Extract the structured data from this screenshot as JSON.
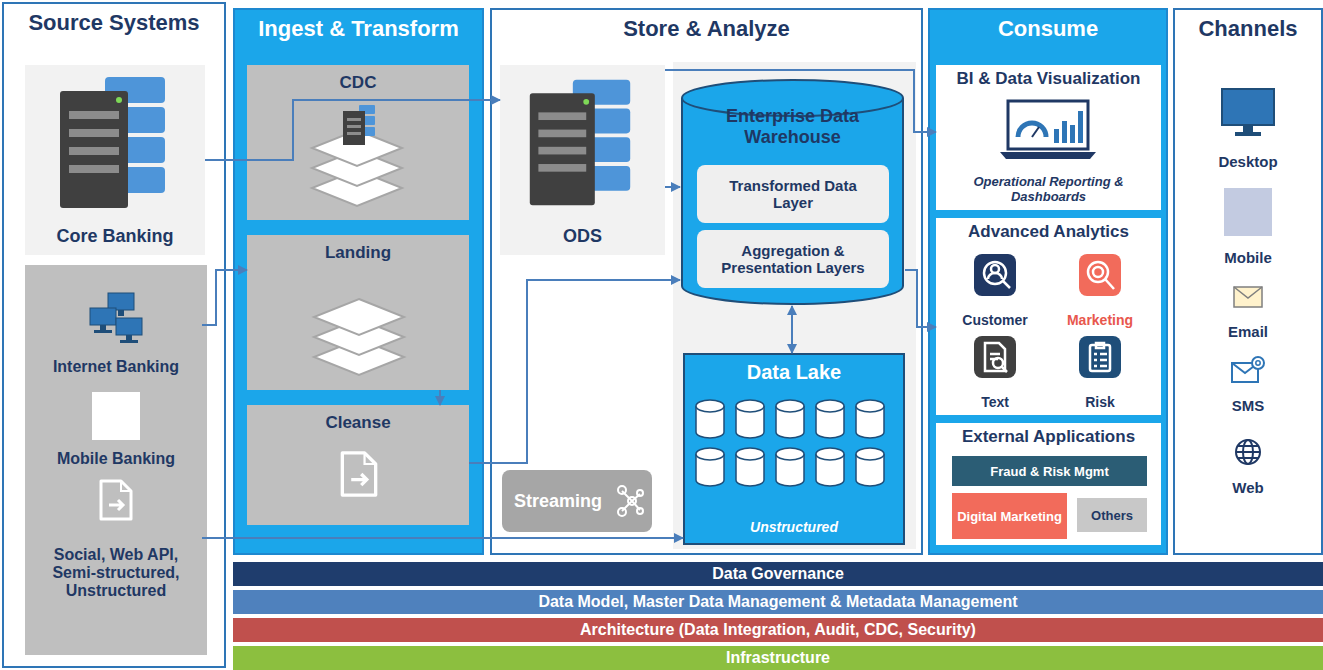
{
  "diagram": {
    "nodes": [
      {
        "text": [
          "Source Systems"
        ]
      },
      {
        "text": [
          "Core Banking"
        ],
        "in": 0
      },
      {
        "text": [
          "Internet Banking"
        ],
        "in": 0
      },
      {
        "text": [
          "Mobile Banking"
        ],
        "in": 0
      },
      {
        "text": [
          "Social, Web API, Semi-structured, Unstructured"
        ],
        "in": 0
      },
      {
        "text": [
          "Ingest & Transform"
        ]
      },
      {
        "text": [
          "CDC"
        ],
        "in": 5
      },
      {
        "text": [
          "Landing"
        ],
        "in": 5
      },
      {
        "text": [
          "Cleanse"
        ],
        "in": 5
      },
      {
        "text": [
          "Store & Analyze"
        ]
      },
      {
        "text": [
          "ODS"
        ],
        "in": 9
      },
      {
        "text": [
          "Enterprise Data Warehouse"
        ],
        "in": 9
      },
      {
        "text": [
          "Transformed Data Layer"
        ],
        "in": 11
      },
      {
        "text": [
          "Aggregation & Presentation Layers"
        ],
        "in": 11
      },
      {
        "text": [
          "Data Lake",
          "Unstructured"
        ],
        "in": 9
      },
      {
        "text": [
          "Streaming"
        ],
        "in": 9
      },
      {
        "text": [
          "Consume"
        ]
      },
      {
        "text": [
          "BI & Data Visualization",
          "Operational Reporting & Dashboards"
        ],
        "in": 16
      },
      {
        "text": [
          "Advanced Analytics"
        ],
        "in": 16
      },
      {
        "text": [
          "Customer"
        ],
        "in": 18
      },
      {
        "text": [
          "Marketing"
        ],
        "in": 18
      },
      {
        "text": [
          "Text"
        ],
        "in": 18
      },
      {
        "text": [
          "Risk"
        ],
        "in": 18
      },
      {
        "text": [
          "External Applications"
        ],
        "in": 16
      },
      {
        "text": [
          "Fraud & Risk Mgmt"
        ],
        "in": 23
      },
      {
        "text": [
          "Digital Marketing"
        ],
        "in": 23
      },
      {
        "text": [
          "Others"
        ],
        "in": 23
      },
      {
        "text": [
          "Channels"
        ]
      },
      {
        "text": [
          "Desktop"
        ],
        "in": 27
      },
      {
        "text": [
          "Mobile"
        ],
        "in": 27
      },
      {
        "text": [
          "Email"
        ],
        "in": 27
      },
      {
        "text": [
          "SMS"
        ],
        "in": 27
      },
      {
        "text": [
          "Web"
        ],
        "in": 27
      },
      {
        "text": [
          "Data Governance"
        ]
      },
      {
        "text": [
          "Data Model, Master Data Management & Metadata Management"
        ]
      },
      {
        "text": [
          "Architecture (Data Integration, Audit, CDC, Security)"
        ]
      },
      {
        "text": [
          "Infrastructure"
        ]
      }
    ],
    "edges": [
      {
        "from": 1,
        "to": 10,
        "arrow": "to"
      },
      {
        "from": 10,
        "to": 17,
        "arrow": "to"
      },
      {
        "from": 10,
        "to": 11,
        "arrow": "to"
      },
      {
        "from": 2,
        "to": 7,
        "arrow": "to"
      },
      {
        "from": 7,
        "to": 8,
        "arrow": "to"
      },
      {
        "from": 8,
        "to": 11,
        "arrow": "to"
      },
      {
        "from": 4,
        "to": 14,
        "arrow": "to"
      },
      {
        "from": 11,
        "to": 14,
        "arrow": "both"
      },
      {
        "from": 11,
        "to": 18,
        "arrow": "to"
      }
    ]
  }
}
